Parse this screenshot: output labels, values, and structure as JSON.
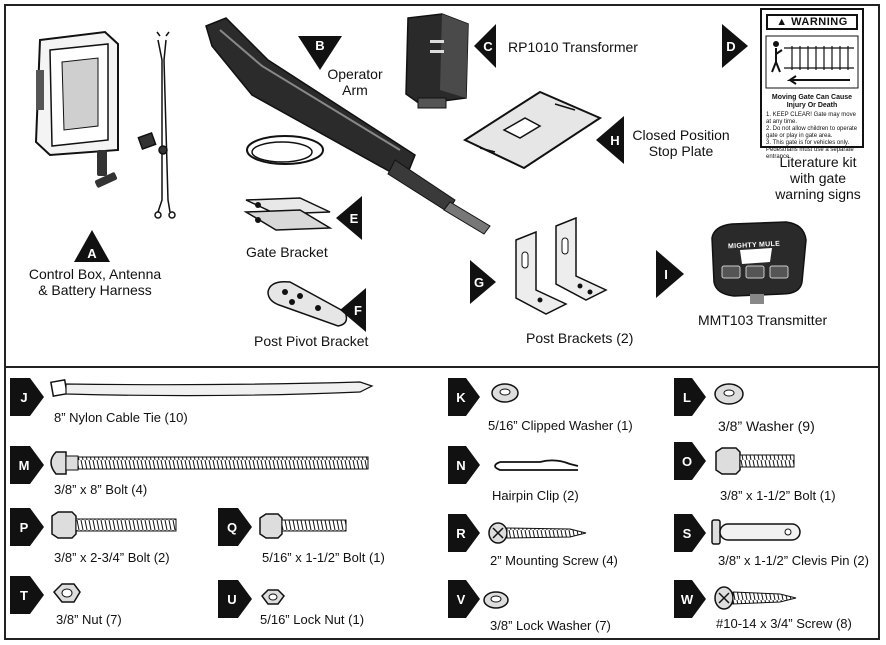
{
  "top": {
    "A": {
      "badge": "A",
      "label_line1": "Control Box, Antenna",
      "label_line2": "& Battery Harness"
    },
    "B": {
      "badge": "B",
      "label_line1": "Operator",
      "label_line2": "Arm"
    },
    "C": {
      "badge": "C",
      "label": "RP1010 Transformer"
    },
    "D": {
      "badge": "D",
      "label_line1": "Literature kit",
      "label_line2": "with gate",
      "label_line3": "warning signs"
    },
    "E": {
      "badge": "E",
      "label": "Gate Bracket"
    },
    "F": {
      "badge": "F",
      "label": "Post Pivot Bracket"
    },
    "G": {
      "badge": "G",
      "label": "Post Brackets (2)"
    },
    "H": {
      "badge": "H",
      "label_line1": "Closed Position",
      "label_line2": "Stop Plate"
    },
    "I": {
      "badge": "I",
      "label": "MMT103 Transmitter"
    }
  },
  "warning_sign": {
    "header": "WARNING",
    "caption_line1": "Moving Gate Can Cause",
    "caption_line2": "Injury Or Death",
    "items": [
      "1. KEEP CLEAR! Gate may move at any time.",
      "2. Do not allow children to operate gate or play in gate area.",
      "3. This gate is for vehicles only. Pedestrians must use a separate entrance."
    ]
  },
  "transmitter_brand": "MIGHTY MULE",
  "hardware": {
    "J": {
      "badge": "J",
      "label": "8” Nylon Cable Tie (10)"
    },
    "K": {
      "badge": "K",
      "label": "5/16” Clipped Washer (1)"
    },
    "L": {
      "badge": "L",
      "label": "3/8” Washer (9)"
    },
    "M": {
      "badge": "M",
      "label": "3/8” x 8” Bolt (4)"
    },
    "N": {
      "badge": "N",
      "label": "Hairpin Clip (2)"
    },
    "O": {
      "badge": "O",
      "label": "3/8” x 1-1/2” Bolt (1)"
    },
    "P": {
      "badge": "P",
      "label": "3/8” x 2-3/4” Bolt (2)"
    },
    "Q": {
      "badge": "Q",
      "label": "5/16” x 1-1/2” Bolt (1)"
    },
    "R": {
      "badge": "R",
      "label": "2” Mounting Screw (4)"
    },
    "S": {
      "badge": "S",
      "label": "3/8” x 1-1/2” Clevis Pin (2)"
    },
    "T": {
      "badge": "T",
      "label": "3/8” Nut (7)"
    },
    "U": {
      "badge": "U",
      "label": "5/16” Lock Nut (1)"
    },
    "V": {
      "badge": "V",
      "label": "3/8” Lock Washer (7)"
    },
    "W": {
      "badge": "W",
      "label": "#10-14 x 3/4” Screw (8)"
    }
  }
}
